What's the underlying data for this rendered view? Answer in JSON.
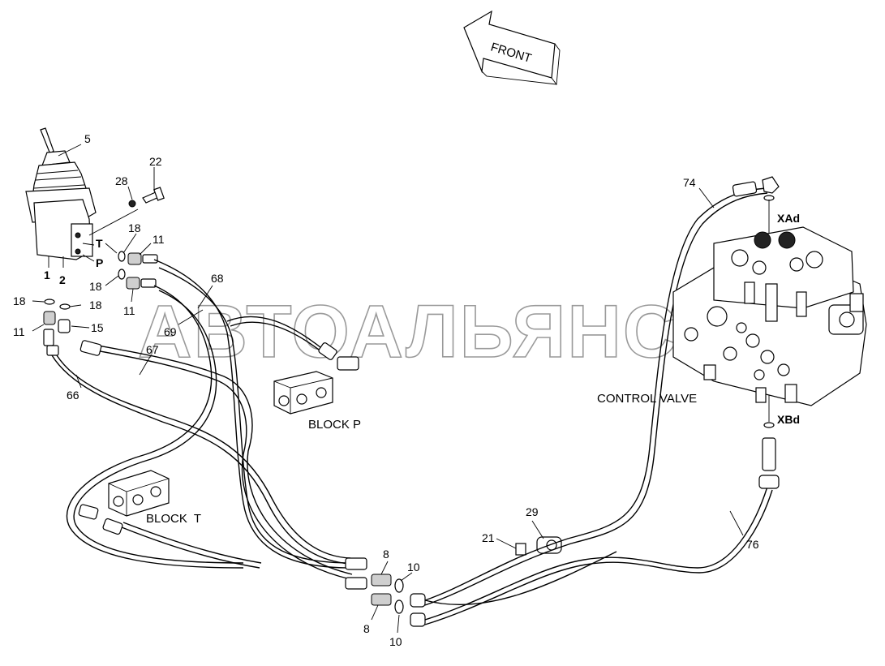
{
  "direction": {
    "label": "FRONT"
  },
  "watermark": "АВТОАЛЬЯНС",
  "callouts": [
    {
      "id": "c5",
      "text": "5"
    },
    {
      "id": "c22",
      "text": "22"
    },
    {
      "id": "c28",
      "text": "28"
    },
    {
      "id": "c18a",
      "text": "18"
    },
    {
      "id": "c11a",
      "text": "11"
    },
    {
      "id": "cT",
      "text": "T"
    },
    {
      "id": "cP",
      "text": "P"
    },
    {
      "id": "c18b",
      "text": "18"
    },
    {
      "id": "c11b",
      "text": "11"
    },
    {
      "id": "c1",
      "text": "1"
    },
    {
      "id": "c2",
      "text": "2"
    },
    {
      "id": "c18c",
      "text": "18"
    },
    {
      "id": "c18d",
      "text": "18"
    },
    {
      "id": "c11c",
      "text": "11"
    },
    {
      "id": "c15",
      "text": "15"
    },
    {
      "id": "c68",
      "text": "68"
    },
    {
      "id": "c69",
      "text": "69"
    },
    {
      "id": "c67",
      "text": "67"
    },
    {
      "id": "c66",
      "text": "66"
    },
    {
      "id": "c74",
      "text": "74"
    },
    {
      "id": "cXAd",
      "text": "XAd"
    },
    {
      "id": "cXBd",
      "text": "XBd"
    },
    {
      "id": "c76",
      "text": "76"
    },
    {
      "id": "c29",
      "text": "29"
    },
    {
      "id": "c21",
      "text": "21"
    },
    {
      "id": "c8a",
      "text": "8"
    },
    {
      "id": "c10a",
      "text": "10"
    },
    {
      "id": "c8b",
      "text": "8"
    },
    {
      "id": "c10b",
      "text": "10"
    }
  ],
  "labels": {
    "control_valve": "CONTROL VALVE",
    "block_p": "BLOCK P",
    "block_t": "BLOCK  T"
  }
}
